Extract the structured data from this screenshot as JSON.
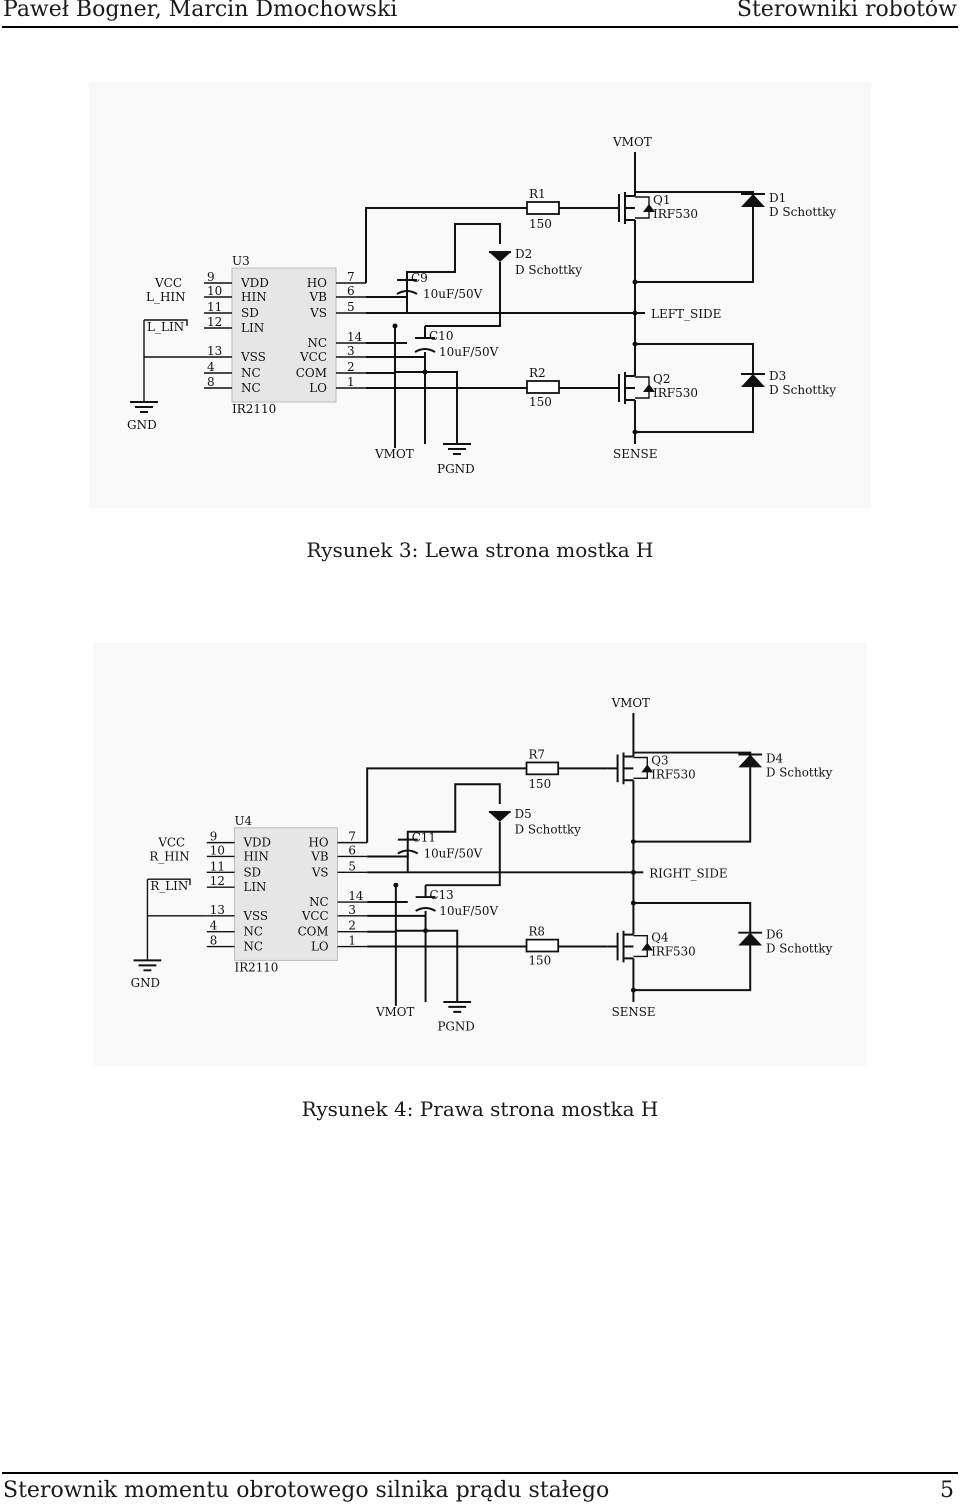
{
  "header": {
    "authors": "Paweł Bogner, Marcin Dmochowski",
    "title": "Sterowniki robotów"
  },
  "footer": {
    "title": "Sterownik momentu obrotowego silnika prądu stałego",
    "page": "5"
  },
  "figures": [
    {
      "caption": "Rysunek 3: Lewa strona mostka H",
      "labels": {
        "ic_ref": "U3",
        "ic_part": "IR2110",
        "pins_left_num": [
          "9",
          "10",
          "11",
          "12",
          "13",
          "4",
          "8"
        ],
        "pins_left_name": [
          "VDD",
          "HIN",
          "SD",
          "LIN",
          "VSS",
          "NC",
          "NC"
        ],
        "pins_right_name": [
          "HO",
          "VB",
          "VS",
          "NC",
          "VCC",
          "COM",
          "LO"
        ],
        "pins_right_num": [
          "7",
          "6",
          "5",
          "14",
          "3",
          "2",
          "1"
        ],
        "net_vcc": "VCC",
        "net_hin": "L_HIN",
        "net_lin": "L_LIN",
        "gnd": "GND",
        "vmot_top": "VMOT",
        "vmot_bottom": "VMOT",
        "pgnd": "PGND",
        "sense": "SENSE",
        "side": "LEFT_SIDE",
        "r_top": "R1",
        "r_top_val": "150",
        "r_bot": "R2",
        "r_bot_val": "150",
        "q_top": "Q1",
        "q_top_part": "IRF530",
        "q_bot": "Q2",
        "q_bot_part": "IRF530",
        "d_top": "D1",
        "d_top_part": "D Schottky",
        "d_boot": "D2",
        "d_boot_part": "D Schottky",
        "d_bot": "D3",
        "d_bot_part": "D Schottky",
        "c_boot": "C9",
        "c_boot_val": "10uF/50V",
        "c_vcc": "C10",
        "c_vcc_val": "10uF/50V"
      }
    },
    {
      "caption": "Rysunek 4: Prawa strona mostka H",
      "labels": {
        "ic_ref": "U4",
        "ic_part": "IR2110",
        "pins_left_num": [
          "9",
          "10",
          "11",
          "12",
          "13",
          "4",
          "8"
        ],
        "pins_left_name": [
          "VDD",
          "HIN",
          "SD",
          "LIN",
          "VSS",
          "NC",
          "NC"
        ],
        "pins_right_name": [
          "HO",
          "VB",
          "VS",
          "NC",
          "VCC",
          "COM",
          "LO"
        ],
        "pins_right_num": [
          "7",
          "6",
          "5",
          "14",
          "3",
          "2",
          "1"
        ],
        "net_vcc": "VCC",
        "net_hin": "R_HIN",
        "net_lin": "R_LIN",
        "gnd": "GND",
        "vmot_top": "VMOT",
        "vmot_bottom": "VMOT",
        "pgnd": "PGND",
        "sense": "SENSE",
        "side": "RIGHT_SIDE",
        "r_top": "R7",
        "r_top_val": "150",
        "r_bot": "R8",
        "r_bot_val": "150",
        "q_top": "Q3",
        "q_top_part": "IRF530",
        "q_bot": "Q4",
        "q_bot_part": "IRF530",
        "d_top": "D4",
        "d_top_part": "D Schottky",
        "d_boot": "D5",
        "d_boot_part": "D Schottky",
        "d_bot": "D6",
        "d_bot_part": "D Schottky",
        "c_boot": "C11",
        "c_boot_val": "10uF/50V",
        "c_vcc": "C13",
        "c_vcc_val": "10uF/50V"
      }
    }
  ]
}
